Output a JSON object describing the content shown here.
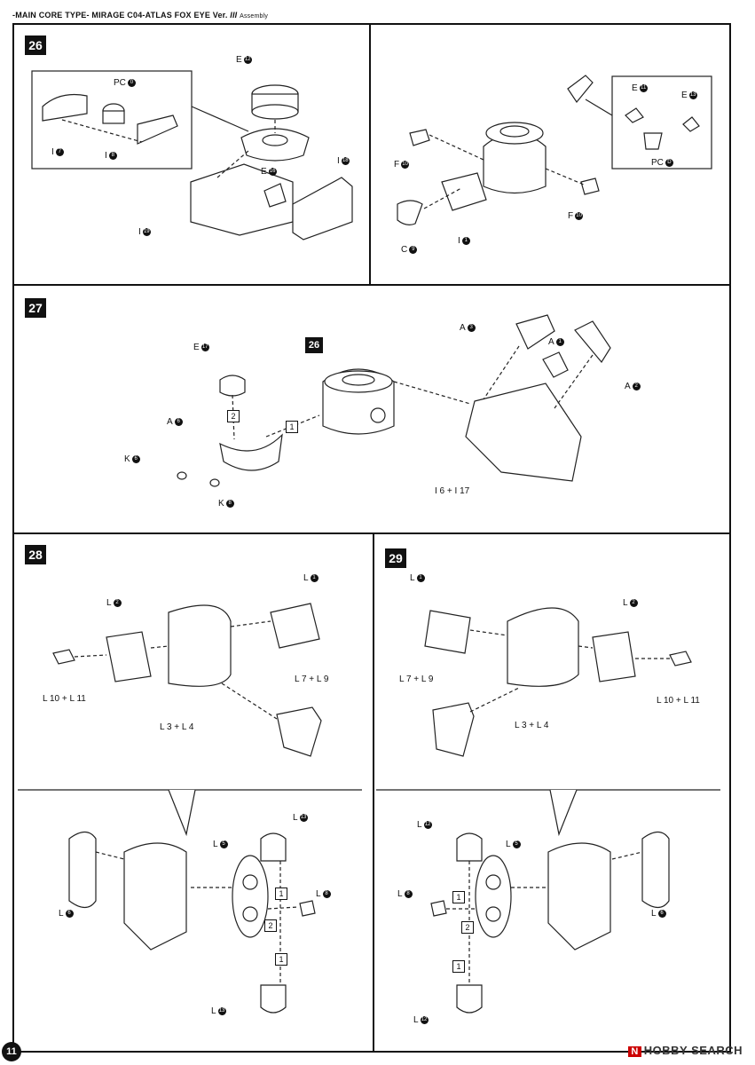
{
  "header": {
    "title": "-MAIN CORE TYPE- MIRAGE C04-ATLAS FOX EYE Ver.",
    "ver_mark": "III",
    "section": "Assembly"
  },
  "steps": [
    {
      "num": "26"
    },
    {
      "num": "27"
    },
    {
      "num": "28"
    },
    {
      "num": "29"
    }
  ],
  "step27_ref": "26",
  "labels": {
    "s26": {
      "pc": "PC",
      "pc_n": "0",
      "i7": "I",
      "i7_n": "7",
      "i8": "I",
      "i8_n": "8",
      "e12": "E",
      "e12_n": "12",
      "e16": "E",
      "e16_n": "16",
      "i18": "I",
      "i18_n": "18",
      "i19": "I",
      "i19_n": "19",
      "e11": "E",
      "e11_n": "11",
      "e13": "E",
      "e13_n": "13",
      "pcD": "PC",
      "pcD_n": "D",
      "f10a": "F",
      "f10a_n": "10",
      "f10b": "F",
      "f10b_n": "10",
      "c9": "C",
      "c9_n": "9",
      "i1": "I",
      "i1_n": "1"
    },
    "s27": {
      "e17": "E",
      "e17_n": "17",
      "a6": "A",
      "a6_n": "6",
      "k6": "K",
      "k6_n": "6",
      "k8": "K",
      "k8_n": "8",
      "a3": "A",
      "a3_n": "3",
      "a1": "A",
      "a1_n": "1",
      "a2": "A",
      "a2_n": "2",
      "i6i17": "I 6 + I 17",
      "seq1": "1",
      "seq2": "2"
    },
    "s28": {
      "l1": "L",
      "l1_n": "1",
      "l2": "L",
      "l2_n": "2",
      "l10l11": "L 10 + L 11",
      "l7l9": "L 7 + L 9",
      "l3l4": "L 3 + L 4",
      "l13a": "L",
      "l13a_n": "13",
      "l5": "L",
      "l5_n": "5",
      "l8": "L",
      "l8_n": "8",
      "l6": "L",
      "l6_n": "6",
      "l13b": "L",
      "l13b_n": "13",
      "seq1a": "1",
      "seq2": "2",
      "seq1b": "1"
    },
    "s29": {
      "l1": "L",
      "l1_n": "1",
      "l2": "L",
      "l2_n": "2",
      "l7l9": "L 7 + L 9",
      "l3l4": "L 3 + L 4",
      "l10l11": "L 10 + L 11",
      "l12a": "L",
      "l12a_n": "12",
      "l5": "L",
      "l5_n": "5",
      "l8": "L",
      "l8_n": "8",
      "l6": "L",
      "l6_n": "6",
      "l12b": "L",
      "l12b_n": "12",
      "seq1a": "1",
      "seq2": "2",
      "seq1b": "1"
    }
  },
  "footer": {
    "page": "11",
    "watermark_badge": "N",
    "watermark": "HOBBY SEARCH"
  }
}
